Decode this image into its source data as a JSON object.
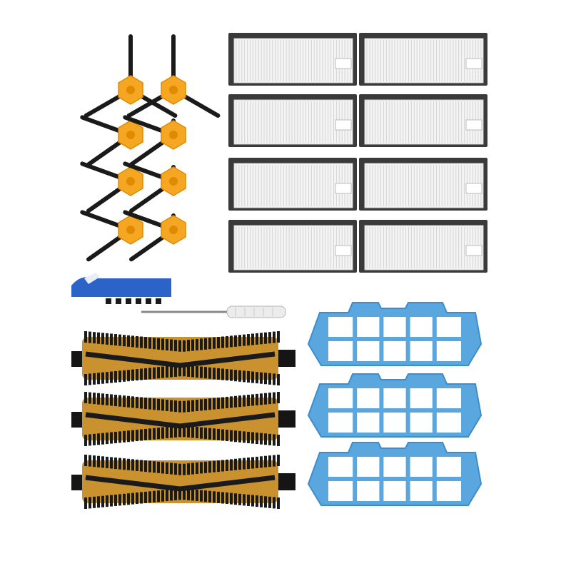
{
  "scene": {
    "kind": "product-photo",
    "background": "#ffffff",
    "colors": {
      "hub_orange": "#f5a623",
      "hub_orange_dark": "#e08a00",
      "bristle_black": "#1a1a1a",
      "filter_white": "#f4f4f4",
      "filter_line": "#d4d4d4",
      "foam_gray": "#3a3a3a",
      "mesh_blue": "#5aa7e0",
      "mesh_blue_dark": "#3d8ccb",
      "roller_gold": "#c9922e",
      "roller_black": "#151515",
      "tool_blue": "#2b63c9"
    }
  },
  "items": {
    "side_brushes": {
      "count": 8,
      "icon": "side-brush-icon"
    },
    "hepa_filters": {
      "count": 8,
      "icon": "hepa-filter-icon"
    },
    "cleaning_tool": {
      "count": 1,
      "icon": "cleaning-tool-icon"
    },
    "screwdriver": {
      "count": 1,
      "icon": "screwdriver-icon"
    },
    "main_brushes": {
      "count": 3,
      "icon": "roller-brush-icon"
    },
    "mesh_filters": {
      "count": 3,
      "icon": "mesh-filter-icon"
    }
  }
}
